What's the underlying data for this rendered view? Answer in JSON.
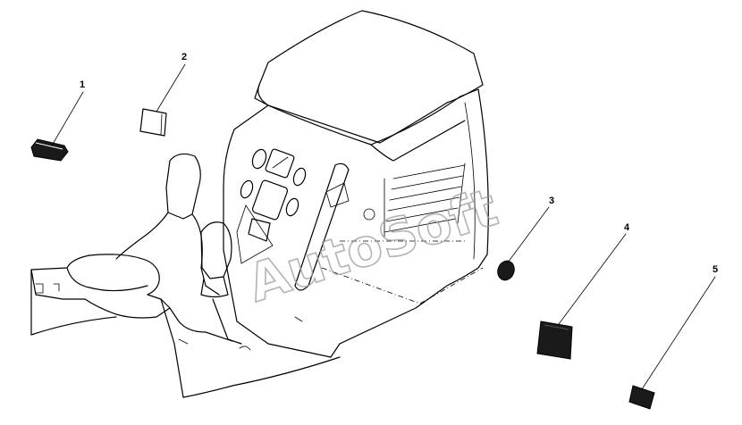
{
  "diagram": {
    "callouts": [
      "1",
      "2",
      "3",
      "4",
      "5"
    ],
    "watermark": "AutoSoft"
  }
}
